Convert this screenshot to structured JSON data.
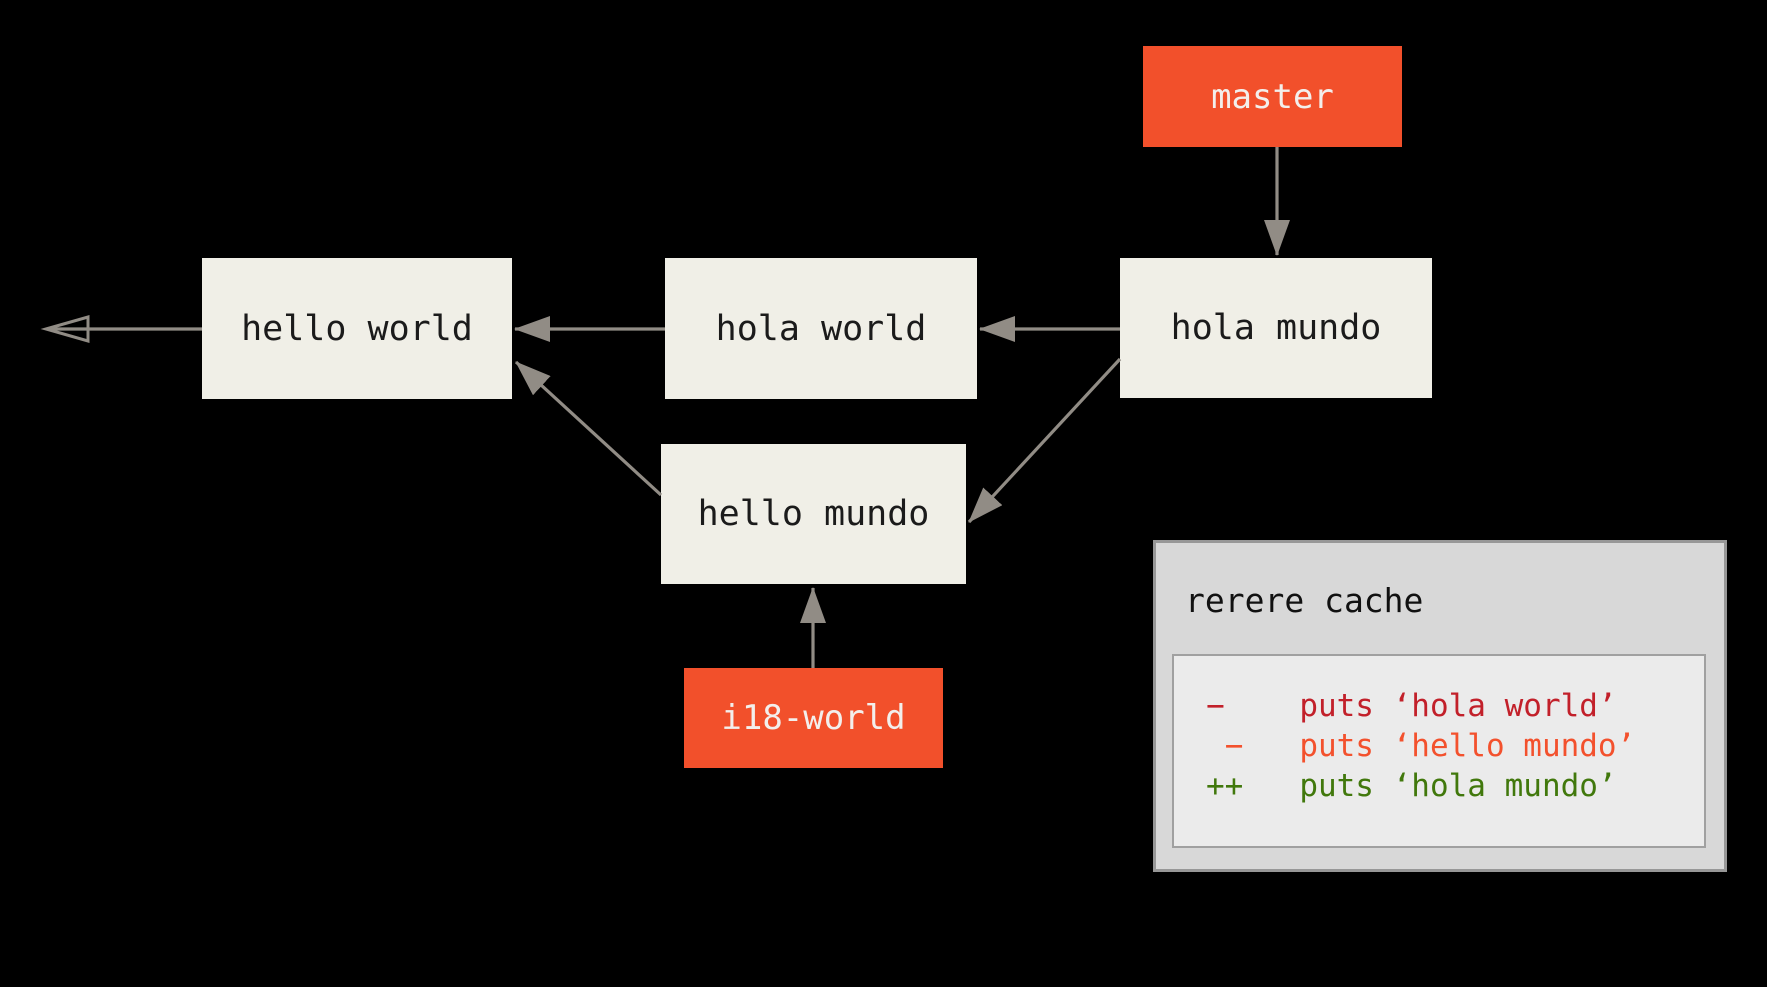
{
  "diagram": {
    "type": "git-commit-graph-with-rerere-cache",
    "background": "#000000",
    "commits": {
      "hello_world": "hello world",
      "hola_world": "hola world",
      "hola_mundo": "hola mundo",
      "hello_mundo": "hello mundo"
    },
    "branch_labels": {
      "master": "master",
      "i18_world": "i18-world"
    },
    "edges": [
      {
        "from": "master-label",
        "to": "hola mundo"
      },
      {
        "from": "hola mundo",
        "to": "hola world"
      },
      {
        "from": "hola mundo",
        "to": "hello mundo"
      },
      {
        "from": "hola world",
        "to": "hello world"
      },
      {
        "from": "hello mundo",
        "to": "hello world"
      },
      {
        "from": "hello world",
        "to": "older-history-offscreen-left"
      },
      {
        "from": "i18-world-label",
        "to": "hello mundo"
      }
    ],
    "rerere_cache": {
      "title": "rerere cache",
      "diff_lines": [
        {
          "text": "−    puts ‘hola world’",
          "change": "removed-ours",
          "color": "#c2202a"
        },
        {
          "text": " −   puts ‘hello mundo’",
          "change": "removed-theirs",
          "color": "#f3512d"
        },
        {
          "text": "++   puts ‘hola mundo’",
          "change": "added-resolution",
          "color": "#41780c"
        }
      ]
    },
    "colors": {
      "branch_box": "#f2502b",
      "branch_text": "#f3efec",
      "commit_box": "#f0efe7",
      "commit_text": "#1b1b1b",
      "arrow": "#918c85",
      "rerere_panel_bg": "#d8d8d8",
      "rerere_panel_border": "#979797",
      "rerere_inner_bg": "#ebebeb",
      "rerere_inner_border": "#a0a0a0",
      "rerere_title_text": "#111111",
      "diff_removed_ours": "#c2202a",
      "diff_removed_theirs": "#f3512d",
      "diff_added": "#41780c"
    }
  }
}
